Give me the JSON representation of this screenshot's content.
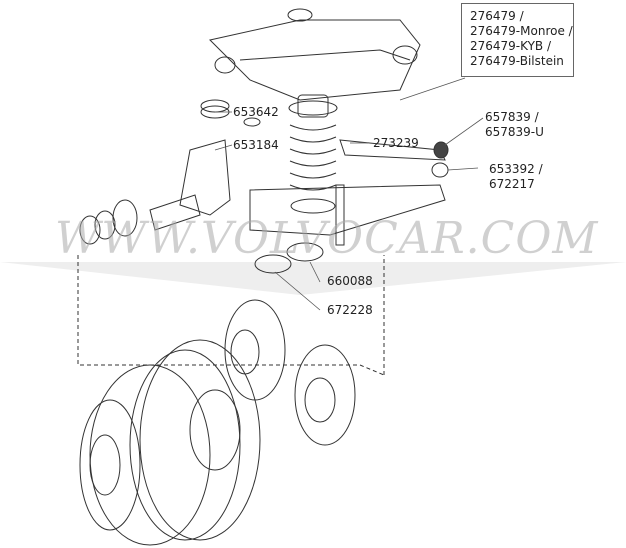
{
  "watermark": "WWW.VOLVOCAR.COM",
  "callouts": {
    "shock_absorber": [
      "276479 /",
      "276479-Monroe /",
      "276479-KYB /",
      "276479-Bilstein"
    ],
    "p653642": "653642",
    "p653184": "653184",
    "p273239": "273239",
    "p657839": [
      "657839 /",
      "657839-U"
    ],
    "p653392": [
      "653392 /",
      "672217"
    ],
    "p660088": "660088",
    "p672228": "672228"
  }
}
